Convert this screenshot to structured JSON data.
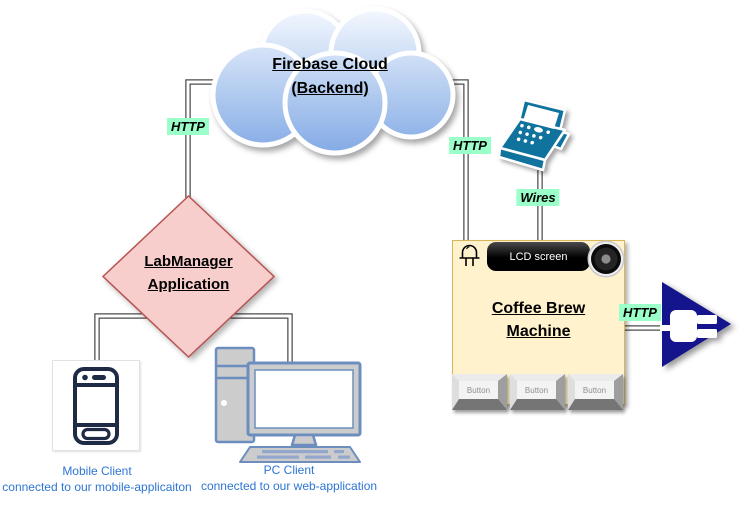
{
  "cloud": {
    "label_line1": "Firebase Cloud",
    "label_line2": "(Backend)"
  },
  "diamond": {
    "label_line1": "LabManager",
    "label_line2": "Application"
  },
  "machine": {
    "title_line1": "Coffee Brew",
    "title_line2": "Machine",
    "lcd_label": "LCD screen",
    "buttons": [
      "Button",
      "Button",
      "Button"
    ]
  },
  "labels": {
    "http_left": "HTTP",
    "http_right": "HTTP",
    "http_plug": "HTTP",
    "wires": "Wires"
  },
  "clients": {
    "mobile": {
      "title": "Mobile Client",
      "subtitle": "connected to our mobile-applicaiton"
    },
    "pc": {
      "title": "PC Client",
      "subtitle": "connected to our web-application"
    }
  },
  "colors": {
    "tag_bg": "#9BFFC9",
    "cloud_top": "#F7FAFF",
    "cloud_bottom": "#7FA8E4",
    "diamond_fill": "#F8CECC",
    "diamond_border": "#B85450",
    "machine_fill": "#FFF2CC",
    "machine_border": "#D6B656",
    "arrow_navy": "#14148C",
    "device_teal": "#10739E",
    "client_text": "#2E75D4",
    "line_gray": "#4D4D4D"
  }
}
